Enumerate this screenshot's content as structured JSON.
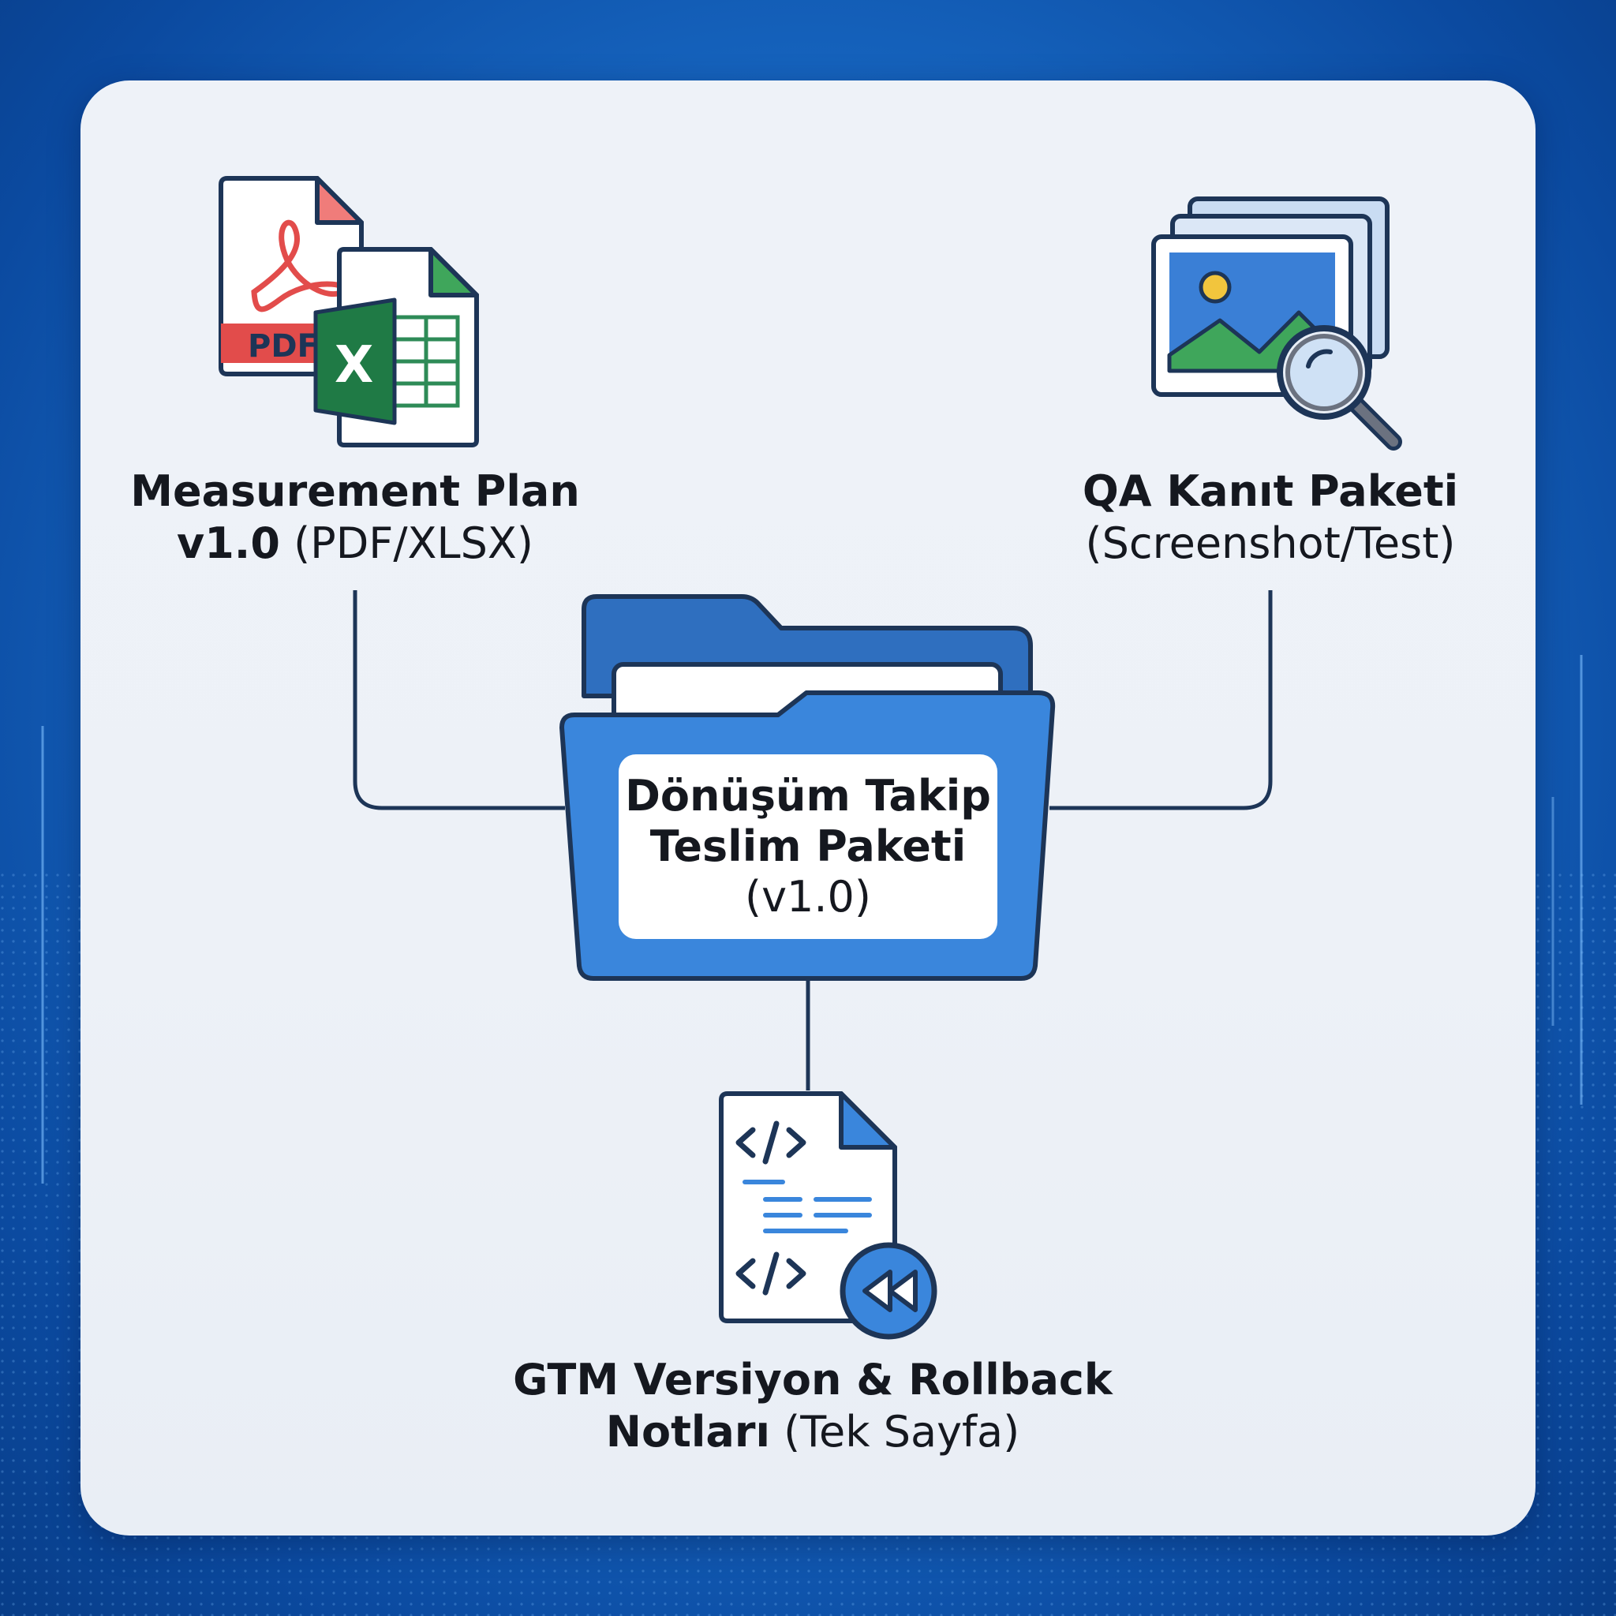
{
  "title": {
    "line1": "Dönüşüm Takip",
    "line2": "Teslim Paketi",
    "line3": "(v1.0)"
  },
  "items": {
    "plan": {
      "title": "Measurement Plan",
      "version": "v1.0",
      "formats": "(PDF/XLSX)"
    },
    "qa": {
      "title": "QA Kanıt Paketi",
      "subtitle": "(Screenshot/Test)"
    },
    "gtm": {
      "title": "GTM Versiyon & Rollback",
      "title2": "Notları",
      "subtitle": "(Tek Sayfa)"
    }
  },
  "icons": {
    "pdf_badge": "PDF",
    "excel_letter": "X",
    "names": [
      "pdf-file-icon",
      "excel-file-icon",
      "image-stack-icon",
      "magnifier-icon",
      "folder-icon",
      "code-file-icon",
      "rewind-icon"
    ]
  },
  "colors": {
    "folder_blue": "#3a86dc",
    "outline": "#1d3557",
    "pdf_red": "#e24c4b",
    "excel_green": "#1f7a45",
    "image_blue": "#3a7fd6",
    "mountain_green": "#3fa65b"
  }
}
